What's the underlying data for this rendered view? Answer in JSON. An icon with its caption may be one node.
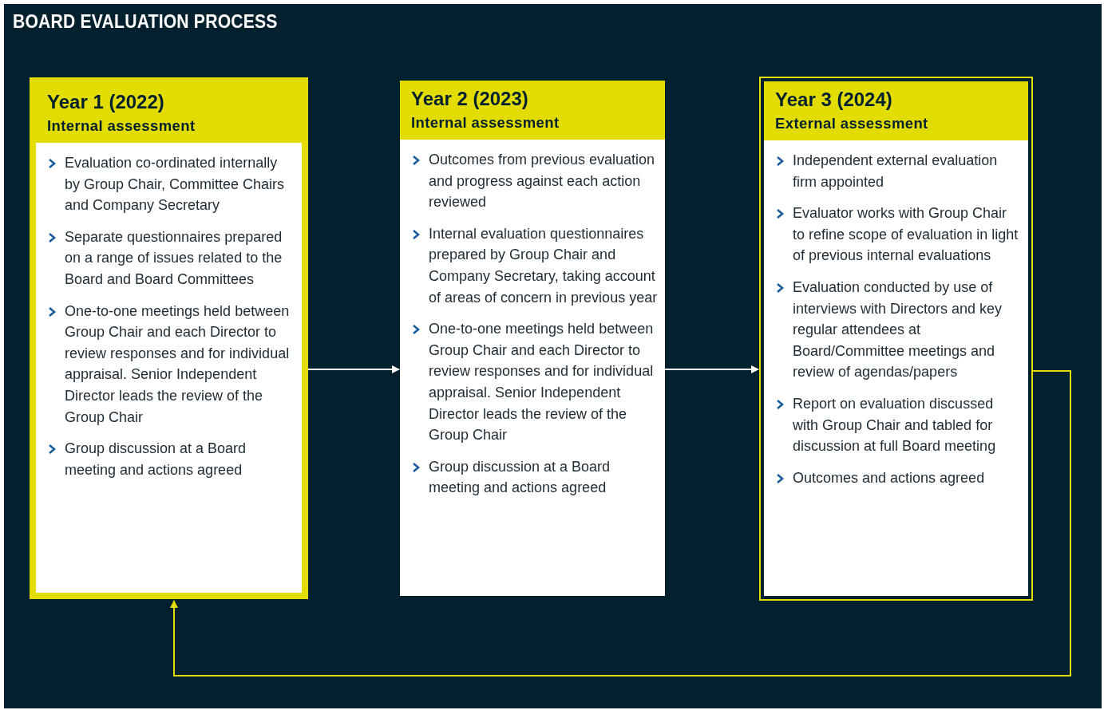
{
  "diagram": {
    "title": "BOARD EVALUATION PROCESS",
    "nodes": [
      {
        "text": [
          "Year 1 (2022)",
          "Internal assessment",
          "Evaluation co-ordinated internally by Group Chair, Committee Chairs and Company Secretary",
          "Separate questionnaires prepared on a range of issues related to the Board and Board Committees",
          "One-to-one meetings held between Group Chair and each Director to review responses and for individual appraisal. Senior Independent Director leads the review of the Group Chair",
          "Group discussion at a Board meeting and actions agreed"
        ]
      },
      {
        "text": [
          "Year 2 (2023)",
          "Internal assessment",
          "Outcomes from previous evaluation and progress against each action reviewed",
          "Internal evaluation questionnaires prepared by Group Chair and Company Secretary, taking account of areas of concern in previous year",
          "One-to-one meetings held between Group Chair and each Director to review responses and for individual appraisal. Senior Independent Director leads the review of the Group Chair",
          "Group discussion at a Board meeting and actions agreed"
        ]
      },
      {
        "text": [
          "Year 3 (2024)",
          "External assessment",
          "Independent external evaluation firm appointed",
          "Evaluator works with Group Chair to refine scope of evaluation in light of previous internal evaluations",
          "Evaluation conducted by use of interviews with Directors and key regular attendees at Board/Committee meetings and review of agendas/papers",
          "Report on evaluation discussed with Group Chair and tabled for discussion at full Board meeting",
          "Outcomes and actions agreed"
        ]
      }
    ],
    "edges": [
      {
        "from": 0,
        "to": 1,
        "arrow": "to"
      },
      {
        "from": 1,
        "to": 2,
        "arrow": "to"
      },
      {
        "from": 2,
        "to": 0,
        "arrow": "to",
        "color": "#e2dc00"
      }
    ]
  }
}
